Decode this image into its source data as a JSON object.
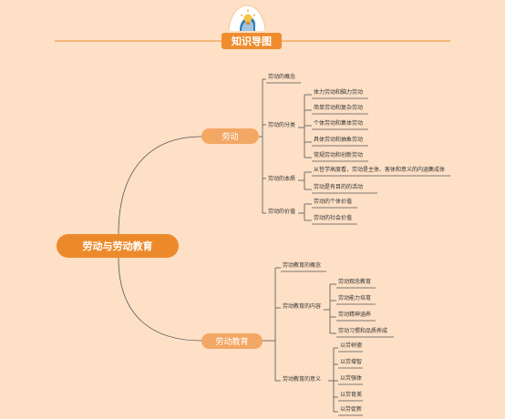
{
  "header": {
    "title": "知识导图",
    "icon": "lightbulb-head-icon"
  },
  "root": {
    "label": "劳动与劳动教育"
  },
  "labor": {
    "label": "劳动",
    "concept": "劳动的概念",
    "classification": {
      "label": "劳动的分类",
      "items": [
        "体力劳动和脑力劳动",
        "简单劳动和复杂劳动",
        "个体劳动和集体劳动",
        "具体劳动和抽象劳动",
        "常规劳动和创新劳动"
      ]
    },
    "essence": {
      "label": "劳动的本质",
      "items": [
        "从哲学高度看，劳动是主体、客体和意义的内涵集成体",
        "劳动是有目的的活动"
      ]
    },
    "value": {
      "label": "劳动的价值",
      "items": [
        "劳动的个体价值",
        "劳动的社会价值"
      ]
    }
  },
  "education": {
    "label": "劳动教育",
    "concept": "劳动教育的概念",
    "content": {
      "label": "劳动教育的内容",
      "items": [
        "劳动观念教育",
        "劳动能力培育",
        "劳动精神涵养",
        "劳动习惯和品质养成"
      ]
    },
    "significance": {
      "label": "劳动教育的意义",
      "items": [
        "以劳树德",
        "以劳增智",
        "以劳强体",
        "以劳育美",
        "以劳促新"
      ]
    }
  },
  "colors": {
    "background": "#fde0c6",
    "accent": "#ec8a2b",
    "branch": "#f3a765",
    "line": "#555555"
  }
}
